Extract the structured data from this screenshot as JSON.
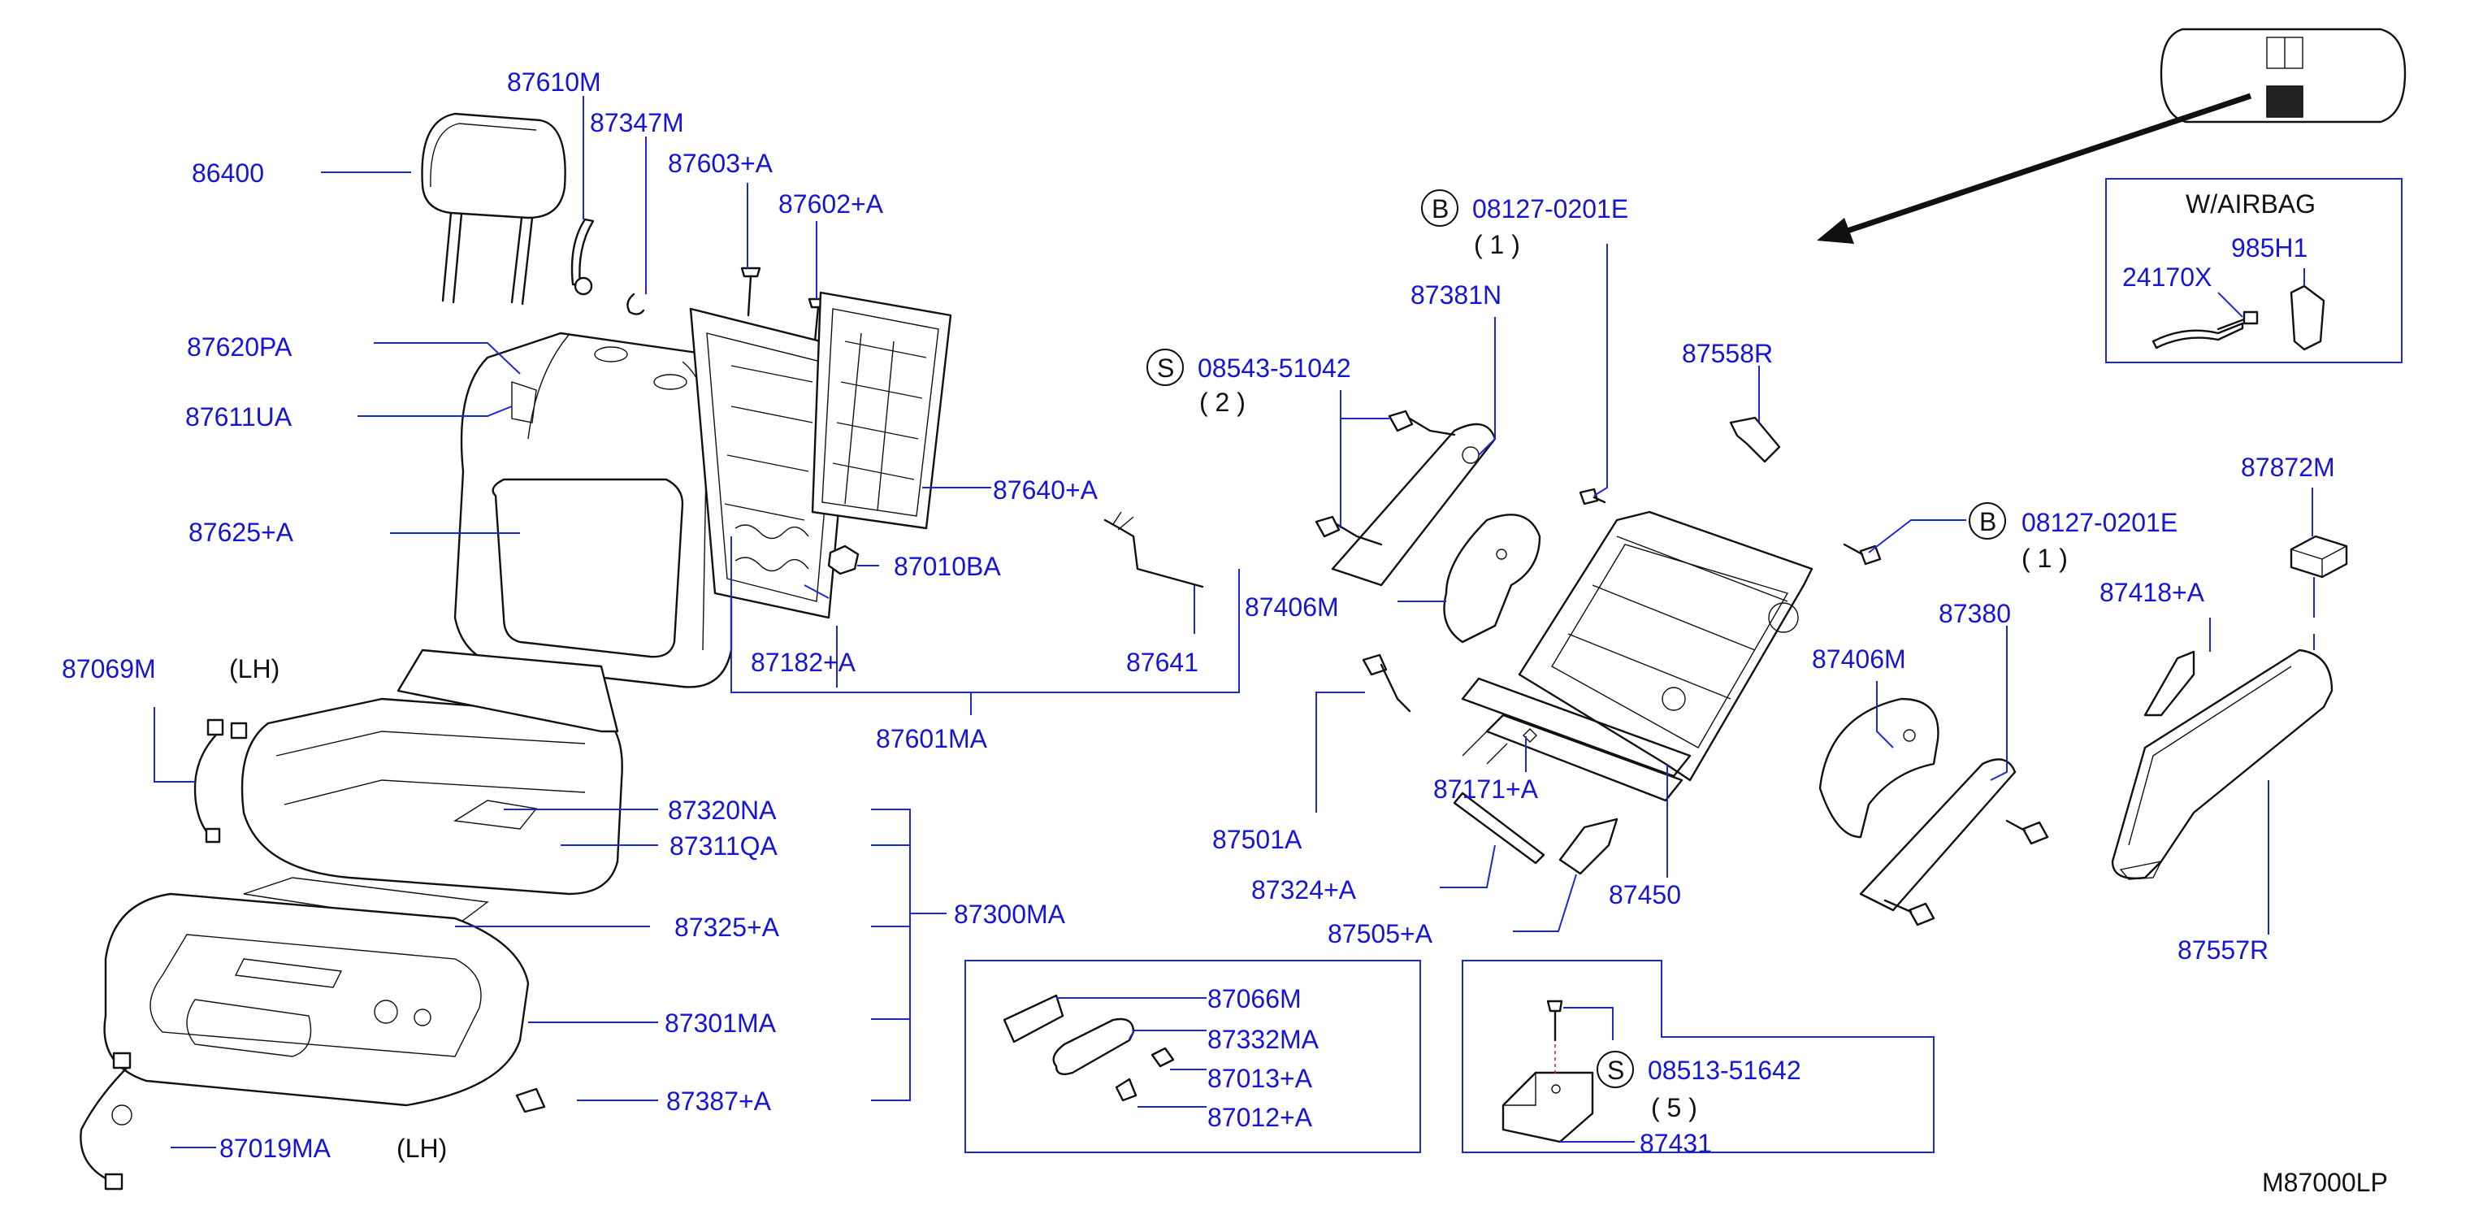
{
  "parts": {
    "p86400": "86400",
    "p87610M": "87610M",
    "p87347M": "87347M",
    "p87603A": "87603+A",
    "p87602A": "87602+A",
    "p87620PA": "87620PA",
    "p87611UA": "87611UA",
    "p87625A": "87625+A",
    "p87640A": "87640+A",
    "p87010BA": "87010BA",
    "p87182A": "87182+A",
    "p87641": "87641",
    "p87601MA": "87601MA",
    "p87069M": "87069M",
    "p87320NA": "87320NA",
    "p87311QA": "87311QA",
    "p87300MA": "87300MA",
    "p87325A": "87325+A",
    "p87301MA": "87301MA",
    "p87387A": "87387+A",
    "p87019MA": "87019MA",
    "p87066M": "87066M",
    "p87332MA": "87332MA",
    "p87013A": "87013+A",
    "p87012A": "87012+A",
    "p08513": "08513-51642",
    "p87431": "87431",
    "p08127a": "08127-0201E",
    "p87381N": "87381N",
    "p08543": "08543-51042",
    "p87406Ma": "87406M",
    "p87558R": "87558R",
    "p87501A": "87501A",
    "p87171A": "87171+A",
    "p87324A": "87324+A",
    "p87505A": "87505+A",
    "p87450": "87450",
    "p08127b": "08127-0201E",
    "p87380": "87380",
    "p87406Mb": "87406M",
    "p87872M": "87872M",
    "p87418A": "87418+A",
    "p87557R": "87557R",
    "p24170X": "24170X",
    "p985H1": "985H1"
  },
  "qty": {
    "q1a": "( 1 )",
    "q2": "( 2 )",
    "q1b": "( 1 )",
    "q5": "( 5 )"
  },
  "symbols": {
    "B": "B",
    "S": "S"
  },
  "notes": {
    "lh1": "(LH)",
    "lh2": "(LH)",
    "airbag": "W/AIRBAG",
    "code": "M87000LP"
  },
  "colors": {
    "label": "#1515d6",
    "leader": "#1a2ad0",
    "line": "#111111"
  }
}
